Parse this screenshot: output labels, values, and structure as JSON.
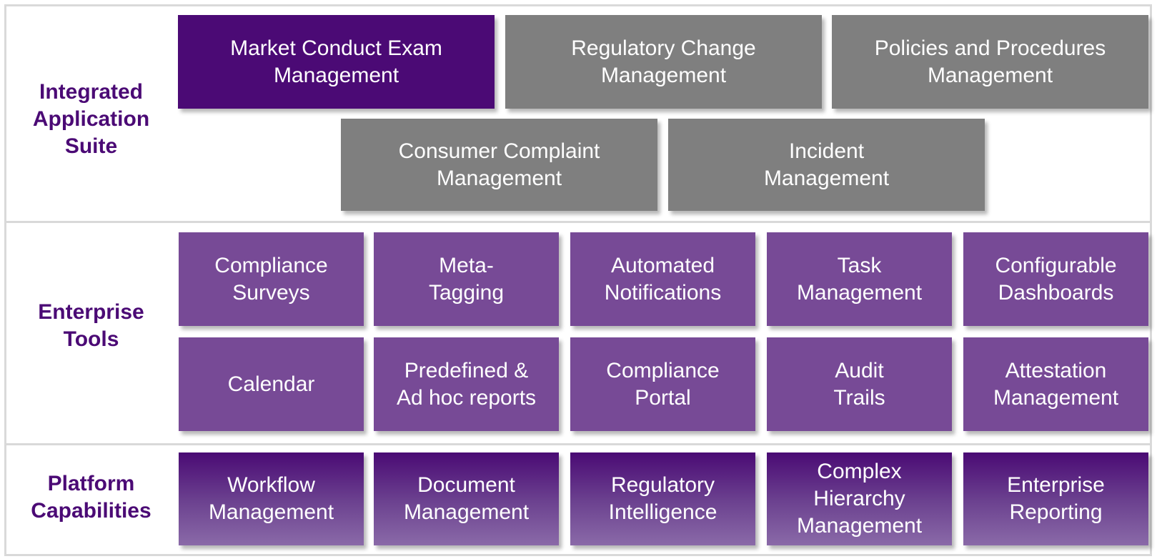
{
  "sections": {
    "suite": {
      "label_lines": [
        "Integrated",
        "Application",
        "Suite"
      ]
    },
    "tools": {
      "label_lines": [
        "Enterprise",
        "Tools"
      ]
    },
    "platform": {
      "label_lines": [
        "Platform",
        "Capabilities"
      ]
    }
  },
  "suite_apps": [
    {
      "lines": [
        "Market Conduct Exam",
        "Management"
      ],
      "color": "#4b0a75"
    },
    {
      "lines": [
        "Regulatory Change",
        "Management"
      ],
      "color": "#7f7f7f"
    },
    {
      "lines": [
        "Policies and Procedures",
        "Management"
      ],
      "color": "#7f7f7f"
    },
    {
      "lines": [
        "Consumer Complaint",
        "Management"
      ],
      "color": "#7f7f7f"
    },
    {
      "lines": [
        "Incident",
        "Management"
      ],
      "color": "#7f7f7f"
    }
  ],
  "tools": [
    {
      "lines": [
        "Compliance",
        "Surveys"
      ]
    },
    {
      "lines": [
        "Meta-",
        "Tagging"
      ]
    },
    {
      "lines": [
        "Automated",
        "Notifications"
      ]
    },
    {
      "lines": [
        "Task",
        "Management"
      ]
    },
    {
      "lines": [
        "Configurable",
        "Dashboards"
      ]
    },
    {
      "lines": [
        "Calendar"
      ]
    },
    {
      "lines": [
        "Predefined &",
        "Ad hoc reports"
      ]
    },
    {
      "lines": [
        "Compliance",
        "Portal"
      ]
    },
    {
      "lines": [
        "Audit",
        "Trails"
      ]
    },
    {
      "lines": [
        "Attestation",
        "Management"
      ]
    }
  ],
  "platform": [
    {
      "lines": [
        "Workflow",
        "Management"
      ]
    },
    {
      "lines": [
        "Document",
        "Management"
      ]
    },
    {
      "lines": [
        "Regulatory",
        "Intelligence"
      ]
    },
    {
      "lines": [
        "Complex",
        "Hierarchy",
        "Management"
      ]
    },
    {
      "lines": [
        "Enterprise",
        "Reporting"
      ]
    }
  ],
  "colors": {
    "label_text": "#4b0a75",
    "tool_box": "#774a96",
    "border": "#d9d9d9"
  }
}
